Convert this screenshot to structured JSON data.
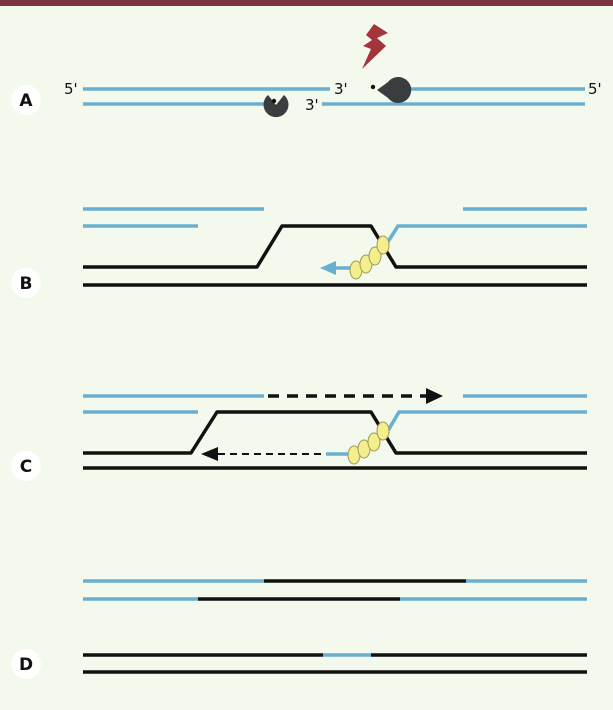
{
  "colors": {
    "background": "#f3f9ec",
    "top_bar": "#7b3540",
    "blue_strand": "#6aafd0",
    "black_strand": "#111111",
    "protein": "#f4ee8e",
    "protein_edge": "#9c9a55",
    "lightning": "#a3353b",
    "pacman": "#3a3d40"
  },
  "panels": {
    "a": {
      "letter": "A"
    },
    "b": {
      "letter": "B"
    },
    "c": {
      "letter": "C"
    },
    "d": {
      "letter": "D"
    }
  },
  "labels": {
    "five_prime_left": "5'",
    "three_prime_top": "3'",
    "three_prime_bottom": "3'",
    "five_prime_right": "5'"
  },
  "icons": {
    "lightning": "lightning-icon",
    "nuclease": "pacman-nuclease-icon",
    "protein": "protein-filament-icon"
  }
}
